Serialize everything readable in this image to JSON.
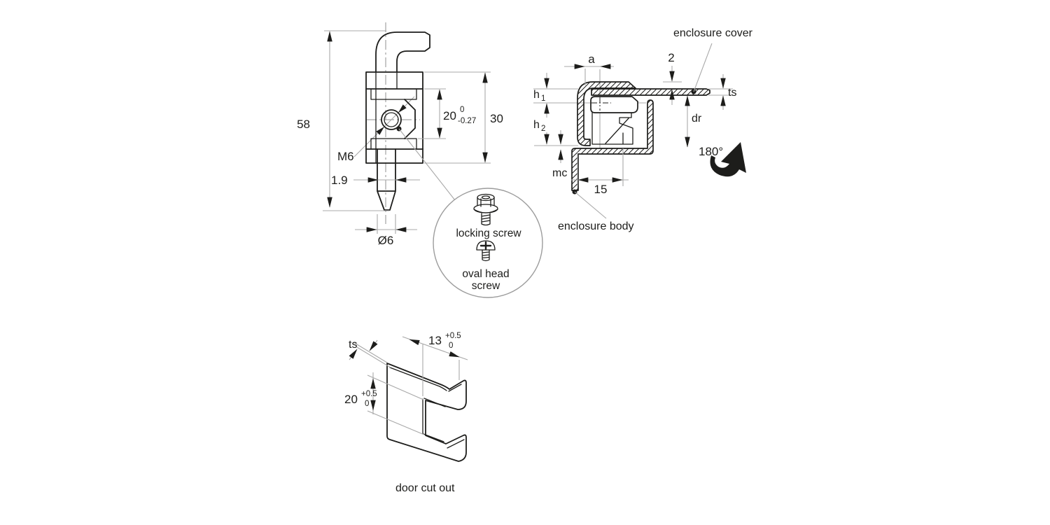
{
  "front_view": {
    "dim_height": "58",
    "dim_body": "30",
    "dim_slot": "20",
    "dim_slot_sup": "0",
    "dim_slot_sub": "-0.27",
    "thread": "M6",
    "dim_tip": "1.9",
    "dim_pin": "Ø6"
  },
  "detail_view": {
    "locking_screw": "locking screw",
    "oval_head_line1": "oval head",
    "oval_head_line2": "screw"
  },
  "section_view": {
    "cover_label": "enclosure cover",
    "body_label": "enclosure body",
    "dim_a": "a",
    "dim_gap": "2",
    "dim_ts": "ts",
    "h1_base": "h",
    "h1_sub": "1",
    "h2_base": "h",
    "h2_sub": "2",
    "dim_dr": "dr",
    "dim_mc": "mc",
    "dim_depth": "15",
    "rotation": "180°"
  },
  "cutout_view": {
    "caption": "door cut out",
    "dim_ts": "ts",
    "dim_width": "13",
    "dim_width_sup": "+0.5",
    "dim_width_sub": "0",
    "dim_height": "20",
    "dim_height_sup": "+0.5",
    "dim_height_sub": "0"
  },
  "colors": {
    "outline": "#1d1d1b",
    "dim_line": "#a8a8a8",
    "text": "#1d1d1b",
    "background": "#ffffff"
  }
}
